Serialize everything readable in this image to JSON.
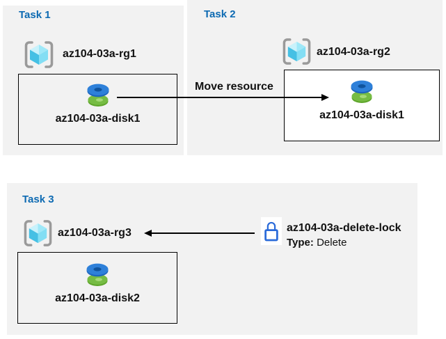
{
  "colors": {
    "panel_bg": "#f2f2f2",
    "title_blue": "#0d6ab2",
    "text_black": "#111111",
    "arrow_black": "#000000",
    "box_border": "#000000",
    "lock_blue": "#2b6bd9",
    "disk_blue_top": "#2e80d9",
    "disk_blue_side": "#1d66be",
    "disk_blue_hole": "#10549e",
    "disk_green_top": "#76bc43",
    "disk_green_side": "#5fa62c",
    "disk_green_hole": "#a5d977",
    "rg_bracket_gray": "#9a9a9a",
    "cube_top_left": "#c9f2fb",
    "cube_top_right": "#9fe8f8",
    "cube_left": "#45c0e4",
    "cube_right": "#83def4"
  },
  "tasks": {
    "task1": {
      "title": "Task 1",
      "resource_group": "az104-03a-rg1",
      "resource": "az104-03a-disk1"
    },
    "task2": {
      "title": "Task 2",
      "resource_group": "az104-03a-rg2",
      "resource": "az104-03a-disk1"
    },
    "task3": {
      "title": "Task 3",
      "resource_group": "az104-03a-rg3",
      "resource": "az104-03a-disk2"
    }
  },
  "annotations": {
    "move_label": "Move resource",
    "lock_name": "az104-03a-delete-lock",
    "lock_type_label": "Type:",
    "lock_type_value": "Delete"
  },
  "icons": {
    "resource_group": "resource-group-icon",
    "disk": "managed-disk-icon",
    "lock": "lock-icon"
  }
}
